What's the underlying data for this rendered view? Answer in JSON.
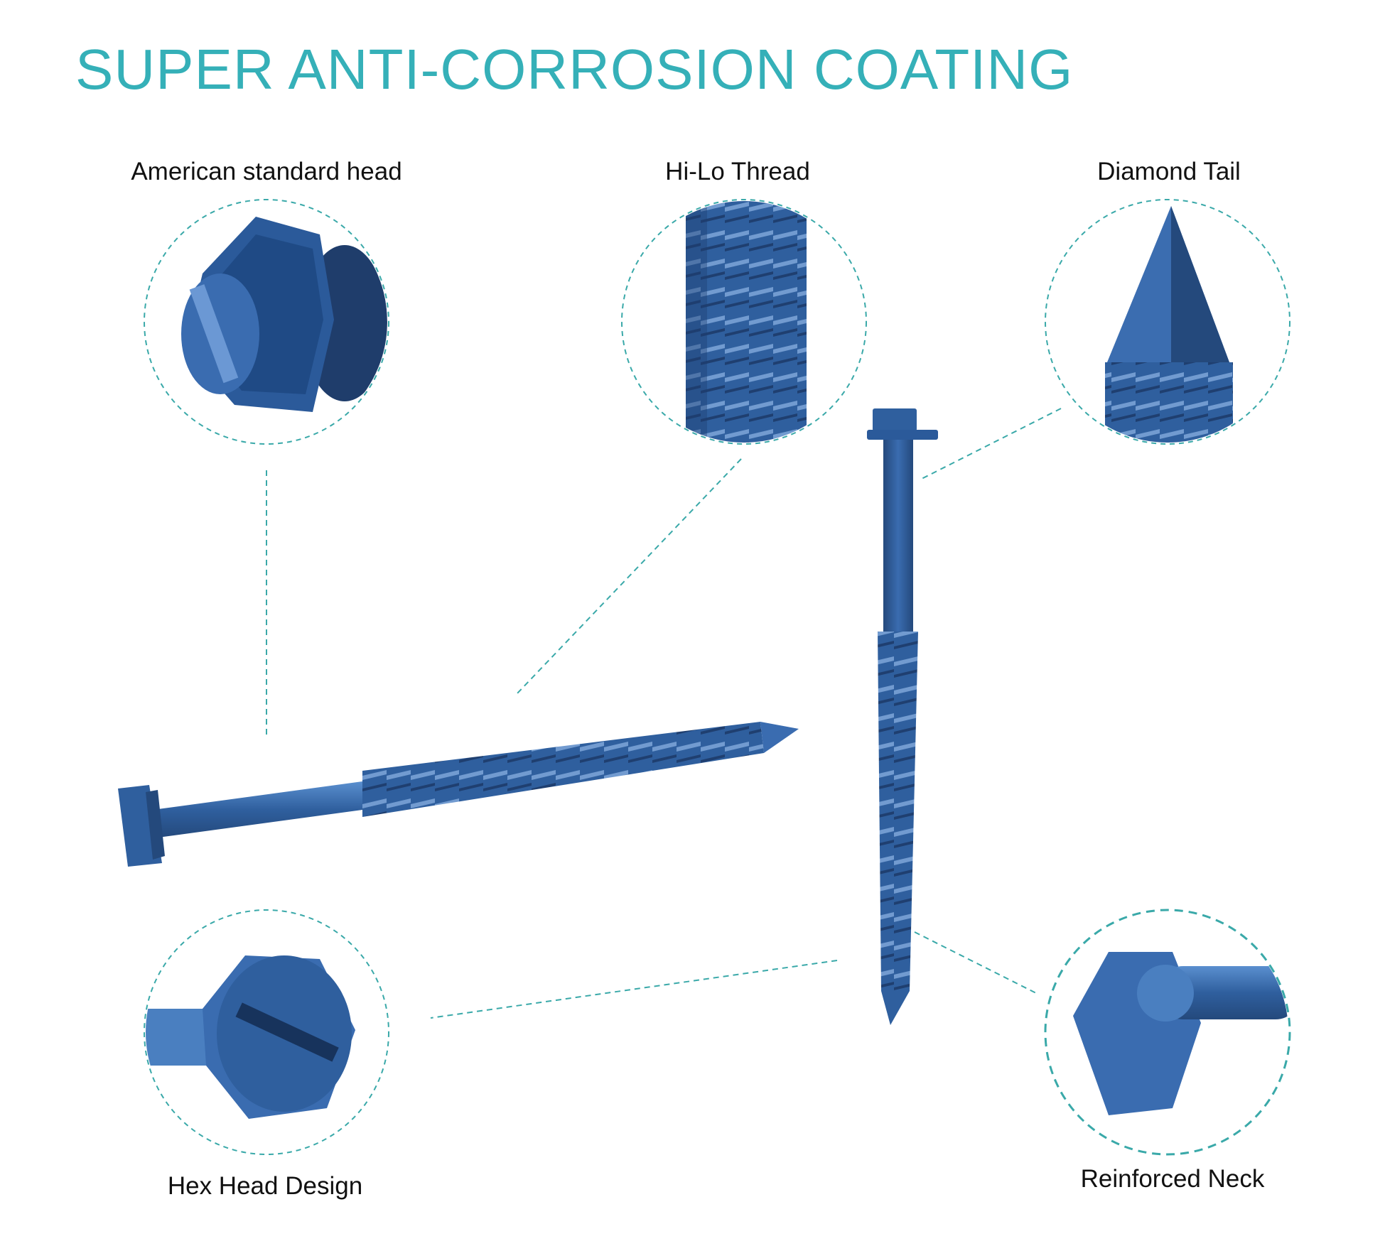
{
  "title": "SUPER ANTI-CORROSION COATING",
  "features": [
    {
      "label": "American standard head"
    },
    {
      "label": "Hi-Lo Thread"
    },
    {
      "label": "Diamond Tail"
    },
    {
      "label": "Hex Head Design"
    },
    {
      "label": "Reinforced Neck"
    }
  ],
  "colors": {
    "accent": "#35b0b8",
    "screw": "#2f5f9e",
    "screw_light": "#4a7fc0",
    "dashed": "#3aa9a9"
  }
}
